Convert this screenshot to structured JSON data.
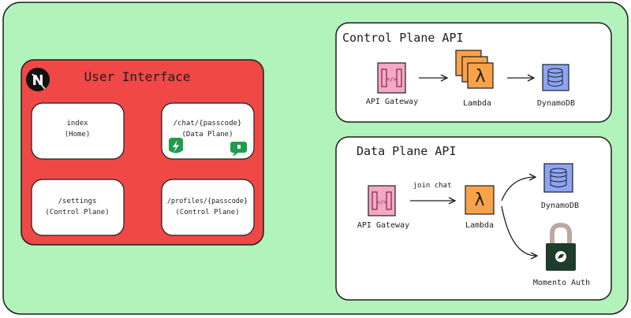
{
  "colors": {
    "background_panel": "#b2f2bb",
    "ui_panel": "#f04747",
    "card": "#ffffff",
    "gateway": "#f4a8c4",
    "lambda": "#f9a24a",
    "dynamodb": "#8da4f5",
    "momento": "#1f3d2b",
    "stroke": "#1e1e1e"
  },
  "ui": {
    "logo_letter": "N",
    "title": "User Interface",
    "pages": [
      {
        "line1": "index",
        "line2": "(Home)"
      },
      {
        "line1": "/chat/{passcode}",
        "line2": "(Data Plane)"
      },
      {
        "line1": "/settings",
        "line2": "(Control Plane)"
      },
      {
        "line1": "/profiles/{passcode}",
        "line2": "(Control Plane)"
      }
    ],
    "chat_icons": [
      "lightning-icon",
      "chat-bubble-icon"
    ]
  },
  "control_plane": {
    "title": "Control Plane API",
    "nodes": [
      {
        "label": "API Gateway",
        "icon": "api-gateway-icon"
      },
      {
        "label": "Lambda",
        "icon": "lambda-icon"
      },
      {
        "label": "DynamoDB",
        "icon": "dynamodb-icon"
      }
    ]
  },
  "data_plane": {
    "title": "Data Plane API",
    "edge_label": "join chat",
    "nodes": [
      {
        "label": "API Gateway",
        "icon": "api-gateway-icon"
      },
      {
        "label": "Lambda",
        "icon": "lambda-icon"
      },
      {
        "label": "DynamoDB",
        "icon": "dynamodb-icon"
      },
      {
        "label": "Momento Auth",
        "icon": "lock-icon"
      }
    ]
  }
}
